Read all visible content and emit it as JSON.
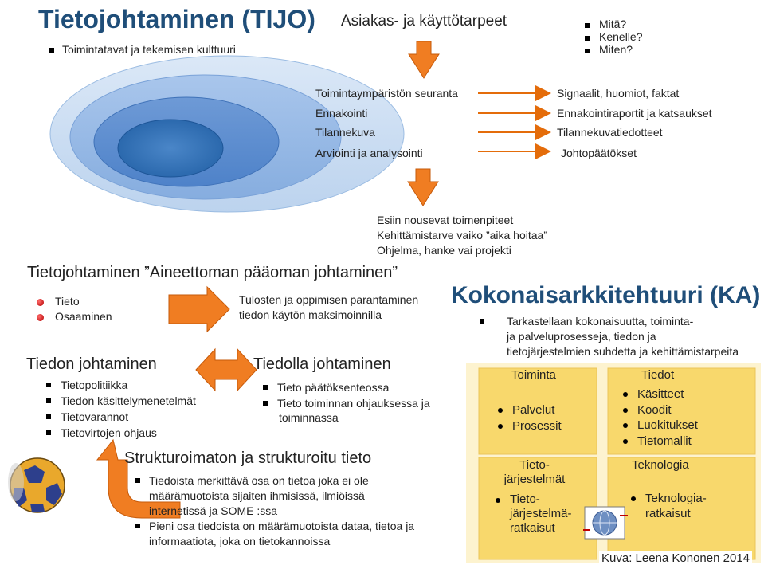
{
  "tijo": {
    "title": "Tietojohtaminen (TIJO)",
    "subtitle": "Toimintatavat ja tekemisen kulttuuri"
  },
  "needs": {
    "title": "Asiakas- ja käyttötarpeet",
    "questions": [
      "Mitä?",
      "Kenelle?",
      "Miten?"
    ]
  },
  "process": {
    "stages": [
      "Toimintaympäristön seuranta",
      "Ennakointi",
      "Tilannekuva",
      "Arviointi ja analysointi"
    ],
    "outputs": [
      "Signaalit, huomiot, faktat",
      "Ennakointiraportit ja katsaukset",
      "Tilannekuvatiedotteet",
      "Johtopäätökset"
    ]
  },
  "actions": [
    "Esiin nousevat toimenpiteet",
    "Kehittämistarve vaiko ”aika hoitaa”",
    "Ohjelma, hanke vai projekti"
  ],
  "intangible": {
    "title": "Tietojohtaminen ”Aineettoman pääoman johtaminen”",
    "items": [
      "Tieto",
      "Osaaminen"
    ],
    "goals": [
      "Tulosten ja oppimisen parantaminen",
      "tiedon käytön maksimoinnilla"
    ]
  },
  "knowledge_mgmt": {
    "title": "Tiedon johtaminen",
    "items": [
      "Tietopolitiikka",
      "Tiedon käsittelymenetelmät",
      "Tietovarannot",
      "Tietovirtojen ohjaus"
    ]
  },
  "lead_with": {
    "title": "Tiedolla johtaminen",
    "items": [
      "Tieto päätöksenteossa",
      "Tieto toiminnan ohjauksessa ja"
    ],
    "items_cont": "toiminnassa"
  },
  "structure": {
    "title": "Strukturoimaton ja strukturoitu tieto",
    "items": [
      [
        "Tiedoista merkittävä osa on tietoa joka ei ole",
        "määrämuotoista sijaiten ihmisissä, ilmiöissä",
        "internetissä ja SOME :ssa"
      ],
      [
        "Pieni osa tiedoista on määrämuotoista dataa, tietoa ja",
        "informaatiota, joka on tietokannoissa"
      ]
    ]
  },
  "ka": {
    "title": "Kokonaisarkkitehtuuri (KA)",
    "desc": [
      "Tarkastellaan kokonaisuutta, toiminta-",
      "ja palveluprosesseja, tiedon ja",
      "tietojärjestelmien suhdetta ja kehittämistarpeita"
    ],
    "toiminta": {
      "title": "Toiminta",
      "items": [
        "Palvelut",
        "Prosessit"
      ]
    },
    "tiedot": {
      "title": "Tiedot",
      "items": [
        "Käsitteet",
        "Koodit",
        "Luokitukset",
        "Tietomallit"
      ]
    },
    "tietojarj": {
      "title_lines": [
        "Tieto-",
        "järjestelmät"
      ],
      "item_lines": [
        "Tieto-",
        "järjestelmä-",
        "ratkaisut"
      ]
    },
    "teknologia": {
      "title": "Teknologia",
      "item_lines": [
        "Teknologia-",
        "ratkaisut"
      ]
    }
  },
  "credit": "Kuva: Leena Kononen 2014",
  "colors": {
    "title_blue": "#1f4e79",
    "arrow_orange": "#e46c0a",
    "arrow_fill": "#f07d22",
    "ka_gold": "#f6c83a",
    "ka_light": "#fbe9a8"
  }
}
